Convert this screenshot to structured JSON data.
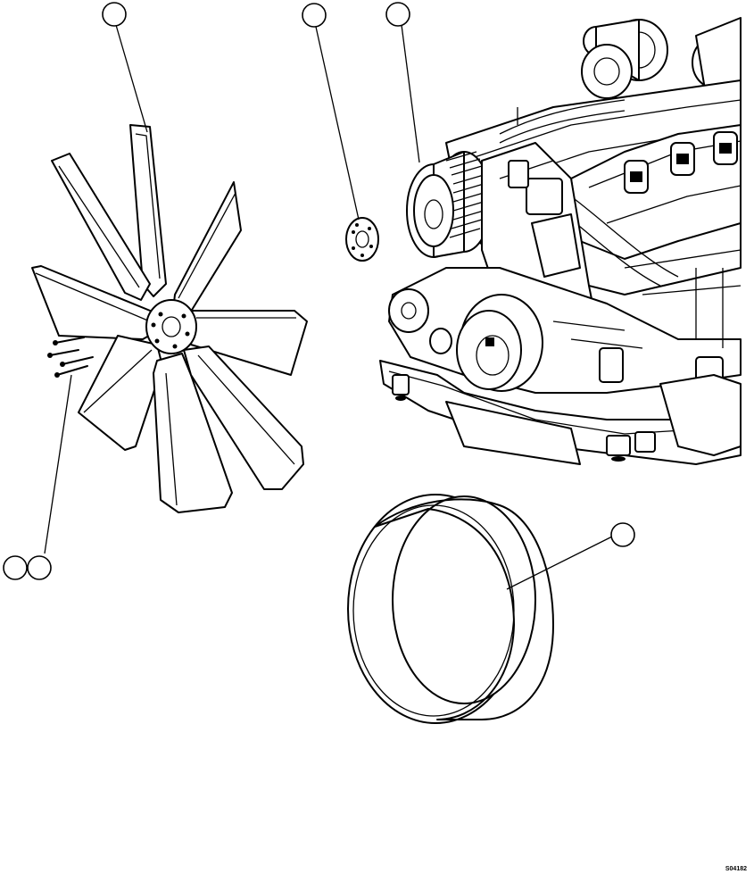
{
  "figure": {
    "id": "S04182"
  },
  "callouts": [
    {
      "id": "callout-fan",
      "label": ""
    },
    {
      "id": "callout-spacer",
      "label": ""
    },
    {
      "id": "callout-pulley",
      "label": ""
    },
    {
      "id": "callout-belt",
      "label": ""
    },
    {
      "id": "callout-bolts-a",
      "label": ""
    },
    {
      "id": "callout-bolts-b",
      "label": ""
    }
  ],
  "colors": {
    "line": "#000000",
    "background": "#ffffff"
  }
}
